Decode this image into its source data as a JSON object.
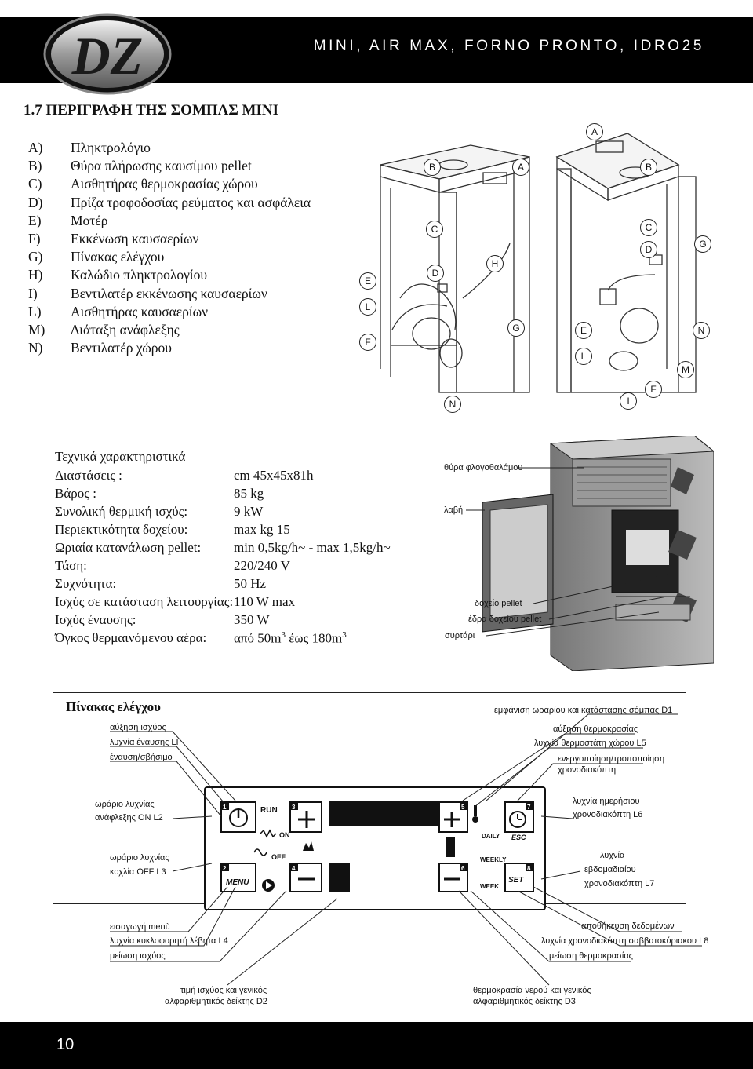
{
  "header": {
    "logo_text": "DZ",
    "title": "MINI,   AIR MAX, FORNO PRONTO, IDRO25"
  },
  "section": {
    "title": "1.7      ΠΕΡΙΓΡΑΦΗ ΤΗΣ ΣΟΜΠΑΣ ΜΙΝΙ"
  },
  "components": [
    {
      "letter": "A)",
      "text": "Πληκτρολόγιο"
    },
    {
      "letter": "B)",
      "text": "Θύρα πλήρωσης καυσίμου pellet"
    },
    {
      "letter": "C)",
      "text": "Αισθητήρας θερμοκρασίας χώρου"
    },
    {
      "letter": "D)",
      "text": "Πρίζα τροφοδοσίας ρεύματος και ασφάλεια"
    },
    {
      "letter": "E)",
      "text": "Μοτέρ"
    },
    {
      "letter": "F)",
      "text": "Εκκένωση καυσαερίων"
    },
    {
      "letter": "G)",
      "text": "Πίνακας ελέγχου"
    },
    {
      "letter": "H)",
      "text": "Καλώδιο πληκτρολογίου"
    },
    {
      "letter": "I)",
      "text": "Βεντιλατέρ εκκένωσης καυσαερίων"
    },
    {
      "letter": "L)",
      "text": "Αισθητήρας καυσαερίων"
    },
    {
      "letter": "M)",
      "text": "Διάταξη ανάφλεξης"
    },
    {
      "letter": "N)",
      "text": "Βεντιλατέρ χώρου"
    }
  ],
  "diagram_left": {
    "labels": [
      "B",
      "A",
      "C",
      "D",
      "H",
      "E",
      "L",
      "F",
      "G",
      "N"
    ]
  },
  "diagram_right": {
    "labels": [
      "A",
      "B",
      "C",
      "D",
      "G",
      "E",
      "L",
      "N",
      "M",
      "F",
      "I"
    ]
  },
  "specs": {
    "heading": "Τεχνικά χαρακτηριστικά",
    "rows": [
      {
        "label": "Διαστάσεις :",
        "value": "cm 45x45x81h"
      },
      {
        "label": "Βάρος  :",
        "value": "85 kg"
      },
      {
        "label": "Συνολική θερμική ισχύς:",
        "value": "9 kW"
      },
      {
        "label": "Περιεκτικότητα δοχείου:",
        "value": "max kg 15"
      },
      {
        "label": "Ωριαία κατανάλωση pellet:",
        "value": "min 0,5kg/h~ - max 1,5kg/h~"
      },
      {
        "label": "Τάση:",
        "value": "220/240 V"
      },
      {
        "label": "Συχνότητα:",
        "value": "50 Hz"
      },
      {
        "label": "Ισχύς σε κατάσταση λειτουργίας:",
        "value": "110 W max"
      },
      {
        "label": "Ισχύς έναυσης:",
        "value": "350 W"
      },
      {
        "label": "Όγκος θερμαινόμενου αέρα:",
        "value": "από 50m",
        "sup1": "3",
        "value2": " έως 180m",
        "sup2": "3"
      }
    ]
  },
  "stove_photo": {
    "captions": {
      "door": "θύρα φλογοθαλάμου",
      "handle": "λαβή",
      "hopper": "δοχείο pellet",
      "seat": "έδρα δοχείου pellet",
      "drawer": "συρτάρι"
    }
  },
  "control_panel": {
    "title": "Πίνακας ελέγχου",
    "left_top": [
      "αύξηση ισχύος",
      "λυχνία έναυσης LI",
      "έναυση/σβήσιμο"
    ],
    "right_top": {
      "d1": "εμφάνιση ωραρίου και κατάστασης σόμπας D1",
      "l5": [
        "αύξηση θερμοκρασίας",
        "λυχνία θερμοστάτη χώρου  L5"
      ],
      "timer": [
        "ενεργοποίηση/τροποποίηση",
        "χρονοδιακόπτη"
      ]
    },
    "left_mid": {
      "l2": [
        "ωράριο λυχνίας",
        "ανάφλεξης ON L2"
      ],
      "l3": [
        "ωράριο λυχνίας",
        "κοχλία OFF  L3"
      ]
    },
    "right_mid": {
      "l6": [
        "λυχνία ημερήσιου",
        "χρονοδιακόπτη L6"
      ],
      "l7": [
        "λυχνία",
        "εβδομαδιαίου",
        "χρονοδιακόπτη L7"
      ]
    },
    "bottom_left": [
      "εισαγωγή menù",
      "λυχνία κυκλοφορητή λέβητα L4",
      "μείωση ισχύος"
    ],
    "bottom_right": [
      "αποθήκευση δεδομένων",
      "λυχνία χρονοδιακόπτη σαββατοκύριακου L8",
      "μείωση θερμοκρασίας"
    ],
    "footer_left": [
      "τιμή ισχύος και γενικός",
      "αλφαριθμητικός δείκτης D2"
    ],
    "footer_right": [
      "θερμοκρασία νερού και γενικός",
      "αλφαριθμητικός δείκτης D3"
    ],
    "face": {
      "run": "RUN",
      "on": "ON",
      "off": "OFF",
      "menu": "MENU",
      "daily": "DAILY",
      "esc": "ESC",
      "weekly": "WEEKLY",
      "set": "SET",
      "week": "WEEK",
      "keys": [
        "1",
        "2",
        "3",
        "4",
        "5",
        "6",
        "7",
        "8"
      ]
    }
  },
  "footer": {
    "page_number": "10"
  }
}
